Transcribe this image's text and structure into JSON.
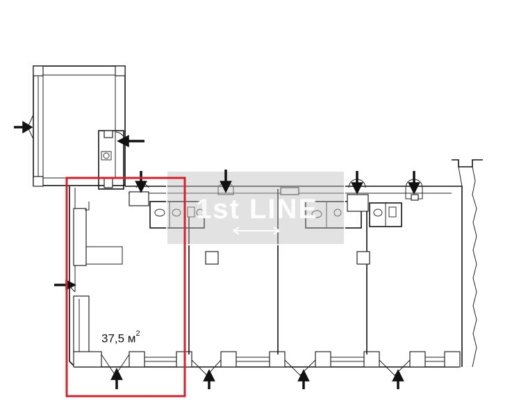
{
  "area_label": {
    "value": "37,5 м",
    "unit_sup": "2"
  },
  "watermark": {
    "text": "1st LINE"
  },
  "colors": {
    "highlight": "#d6212b",
    "walls": "#111111",
    "watermark": "#bdbdbd"
  },
  "icons": [
    "entrance-arrow-icon",
    "toilet-icon",
    "sink-icon",
    "door-swing-icon",
    "double-arrow-icon"
  ]
}
